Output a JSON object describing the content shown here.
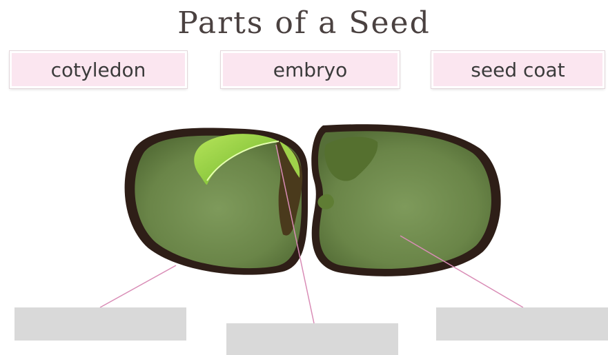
{
  "title": "Parts of a Seed",
  "word_bank": [
    {
      "label": "cotyledon"
    },
    {
      "label": "embryo"
    },
    {
      "label": "seed coat"
    }
  ],
  "answer_boxes": [
    {
      "value": ""
    },
    {
      "value": ""
    },
    {
      "value": ""
    }
  ],
  "colors": {
    "card_background": "#fbe6f0",
    "drop_box": "#d9d9d9",
    "seed_coat": "#2e1e17",
    "cotyledon": "#6e8a4c",
    "leaf": "#8fcf3a",
    "leader_line": "#d98cb6"
  }
}
